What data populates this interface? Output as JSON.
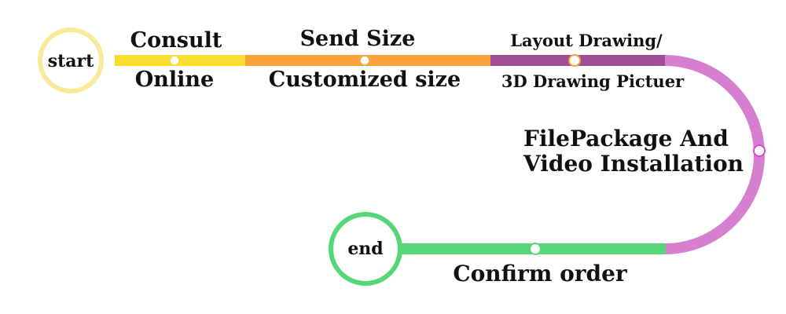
{
  "start_label": "start",
  "end_label": "end",
  "steps": [
    {
      "line1": "Consult",
      "line2": "Online"
    },
    {
      "line1": "Send Size",
      "line2": "Customized size"
    },
    {
      "line1": "Layout Drawing/",
      "line2": "3D Drawing Pictuer"
    },
    {
      "line1": "FilePackage And",
      "line2": "Video Installation"
    },
    {
      "line1": "Confirm order"
    }
  ],
  "colors": {
    "start_ring": "#fbe99a",
    "yellow": "#f9de2e",
    "orange": "#f9a23a",
    "purple": "#a04f97",
    "pink": "#d67fd0",
    "green": "#55d677",
    "magenta_node": "#e040e0"
  }
}
